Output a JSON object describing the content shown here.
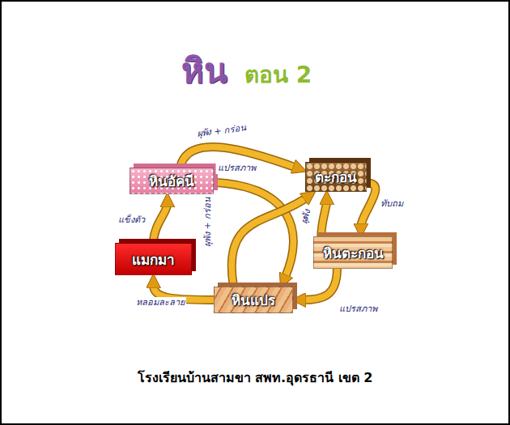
{
  "diagram": {
    "title": "หิน",
    "caption": "โรงเรียนบ้านสามขา สพท.อุดรธานี เขต 2",
    "nodes": [
      {
        "text": [
          "หินอัคนี"
        ]
      },
      {
        "text": [
          "ตะกอน"
        ]
      },
      {
        "text": [
          "หินตะกอน"
        ]
      },
      {
        "text": [
          "แมกมา"
        ]
      },
      {
        "text": [
          "หินแปร"
        ]
      }
    ],
    "edges": [
      {
        "from": 0,
        "to": 1,
        "label": "ผุพัง + กร่อน",
        "arrow": "to"
      },
      {
        "from": 0,
        "to": 4,
        "label": "แปรสภาพ",
        "arrow": "to"
      },
      {
        "from": 4,
        "to": 1,
        "label": "ผุพัง + กร่อน",
        "arrow": "to"
      },
      {
        "from": 1,
        "to": 2,
        "label": "ทับถม",
        "arrow": "to"
      },
      {
        "from": 2,
        "to": 1,
        "label": "ผุพัง",
        "arrow": "to"
      },
      {
        "from": 2,
        "to": 4,
        "label": "แปรสภาพ",
        "arrow": "to"
      },
      {
        "from": 4,
        "to": 3,
        "label": "หลอมละลาย",
        "arrow": "to"
      },
      {
        "from": 3,
        "to": 0,
        "label": "แข็งตัว",
        "arrow": "to"
      }
    ],
    "labels": [
      "ตอน 2"
    ]
  }
}
